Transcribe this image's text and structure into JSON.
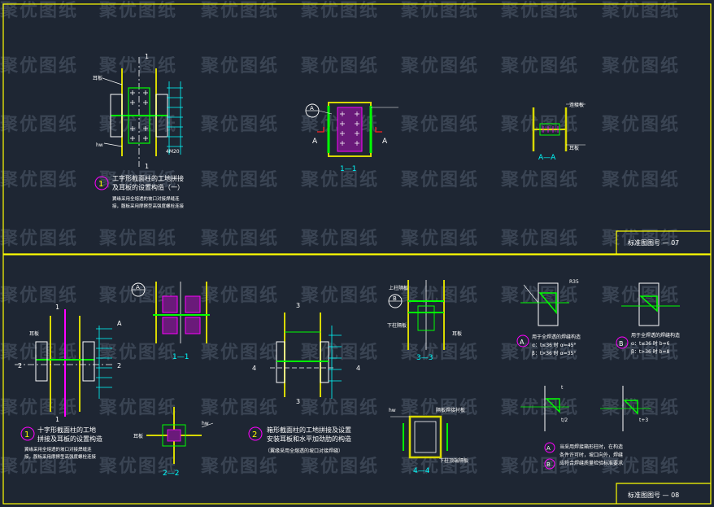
{
  "watermark": "聚优图纸",
  "colors": {
    "bg": "#1e2633",
    "frame": "#ffff00",
    "green": "#00ff00",
    "white": "#ffffff",
    "cyan": "#00ffff",
    "red": "#ff2020",
    "magenta": "#ff00ff",
    "steel": "#d8d800"
  },
  "sheet_top": {
    "title_block": "标准图图号 — 07",
    "detail1": {
      "number": "1",
      "title_line1": "工字形截面柱的工地拼接",
      "title_line2": "及耳板的设置构造（一）",
      "note_line1": "翼缘采用全熔透的坡口对接焊缝连",
      "note_line2": "接，腹板采用摩擦型高强度螺栓连接",
      "label_1": "1",
      "label_bolt": "4M20",
      "label_plate": "耳板",
      "label_hw": "hw"
    },
    "section_1_1": {
      "label": "1—1",
      "mark": "A",
      "circle": "A"
    },
    "section_A_A": {
      "label": "A—A",
      "label_plate": "耳板",
      "label_bolt": "连接板"
    }
  },
  "sheet_bottom": {
    "title_block": "标准图图号 — 08",
    "detail1": {
      "number": "1",
      "title_line1": "十字形截面柱的工地",
      "title_line2": "拼接及耳板的设置构造",
      "note_line1": "翼缘采用全熔透的坡口对接焊缝连",
      "note_line2": "接，腹板采用摩擦型高强度螺栓连接",
      "label_1": "1",
      "label_2": "2",
      "label_A": "A",
      "label_plate": "耳板"
    },
    "section_1_1": {
      "label": "1—1",
      "circle": "A"
    },
    "section_2_2": {
      "label": "2—2",
      "label_plate": "耳板",
      "label_hw": "hw"
    },
    "detail2": {
      "number": "2",
      "title_line1": "箱形截面柱的工地拼接及设置",
      "title_line2": "安装耳板和水平加劲肋的构造",
      "note": "（翼缘采用全熔透的坡口对接焊缝）",
      "label_3": "3",
      "label_4": "4"
    },
    "section_3_3": {
      "label": "3—3",
      "circle": "B",
      "label_top": "上柱隔板",
      "label_bottom": "下柱隔板",
      "label_plate": "耳板"
    },
    "section_4_4": {
      "label": "4—4",
      "label_hw": "hw",
      "label_side": "隔板焊接衬板",
      "label_bottom": "下柱顶端隔板"
    },
    "weld_A": {
      "circle": "A",
      "line1": "用于全焊透的焊缝构造",
      "line2": "α：t≤36 时  α=45°",
      "line3": "β：t>36 时  α=35°",
      "label_r35": "R35"
    },
    "weld_B": {
      "circle": "B",
      "line1": "用于全焊透的焊缝构造",
      "line2": "α：t≤36 时 b=6",
      "line3": "β：t>36 时 b=8"
    },
    "notes": {
      "circleA": "A",
      "circleB": "B",
      "line1": "当采用焊接箱形柱时，在构造",
      "line2": "条件许可时，坡口向外，焊缝",
      "line3": "应符合焊缝质量检验标准要求",
      "label_t": "t",
      "label_half": "t/2",
      "label_plus3": "t+3"
    }
  }
}
